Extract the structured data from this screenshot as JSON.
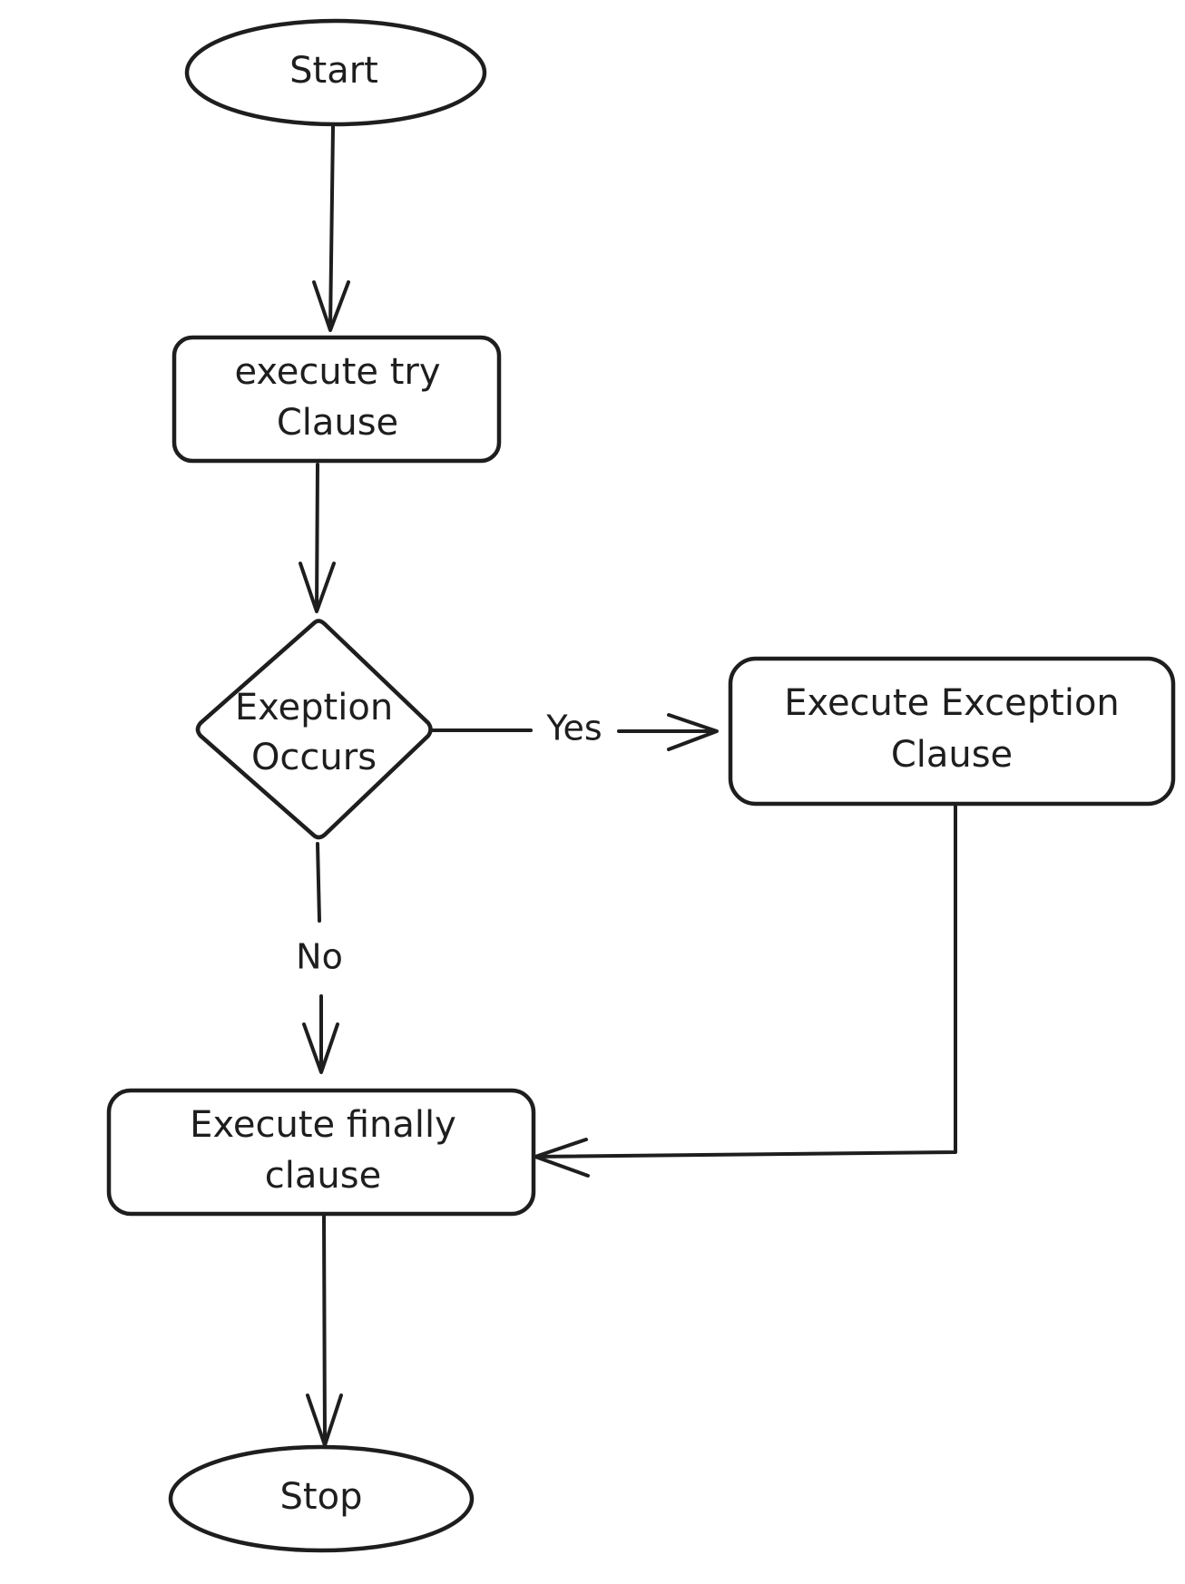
{
  "nodes": {
    "start": {
      "type": "terminal",
      "lines": [
        "Start"
      ]
    },
    "try": {
      "type": "process",
      "lines": [
        "execute try",
        "Clause"
      ]
    },
    "decision": {
      "type": "decision",
      "lines": [
        "Exeption",
        "Occurs"
      ]
    },
    "exception": {
      "type": "process",
      "lines": [
        "Execute Exception",
        "Clause"
      ]
    },
    "finally": {
      "type": "process",
      "lines": [
        "Execute finally",
        "clause"
      ]
    },
    "stop": {
      "type": "terminal",
      "lines": [
        "Stop"
      ]
    }
  },
  "edges": {
    "yes": {
      "from": "decision",
      "to": "exception",
      "label": "Yes"
    },
    "no": {
      "from": "decision",
      "to": "finally",
      "label": "No"
    },
    "start_to_try": {
      "from": "start",
      "to": "try",
      "label": ""
    },
    "try_to_decision": {
      "from": "try",
      "to": "decision",
      "label": ""
    },
    "exception_to_finally": {
      "from": "exception",
      "to": "finally",
      "label": ""
    },
    "finally_to_stop": {
      "from": "finally",
      "to": "stop",
      "label": ""
    }
  },
  "colors": {
    "stroke": "#1e1e1e",
    "background": "#ffffff"
  }
}
